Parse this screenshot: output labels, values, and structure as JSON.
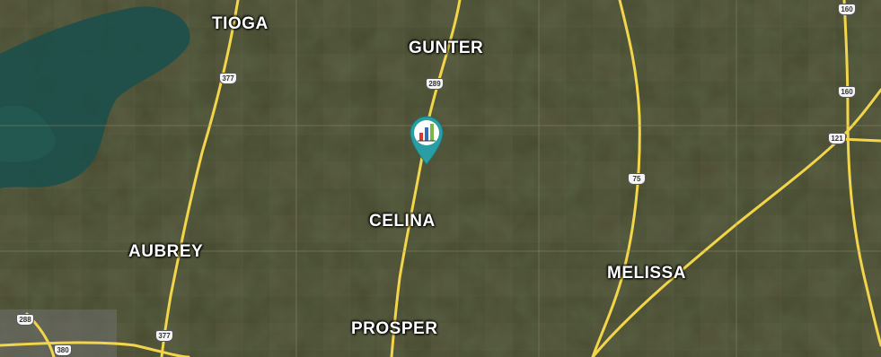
{
  "cities": {
    "tioga": "TIOGA",
    "gunter": "GUNTER",
    "celina": "CELINA",
    "aubrey": "AUBREY",
    "melissa": "MELISSA",
    "prosper": "PROSPER"
  },
  "shields": {
    "us377_north": "377",
    "tx289": "289",
    "us75": "75",
    "us121": "121",
    "fm160_top": "160",
    "fm160_mid": "160",
    "us377_south": "377",
    "sh288": "288",
    "sh380": "380"
  },
  "marker": {
    "icon": "bar-chart-icon",
    "color": "#2a9fa3"
  },
  "colors": {
    "road": "#f2d54a",
    "water": "#1f4f4a"
  }
}
